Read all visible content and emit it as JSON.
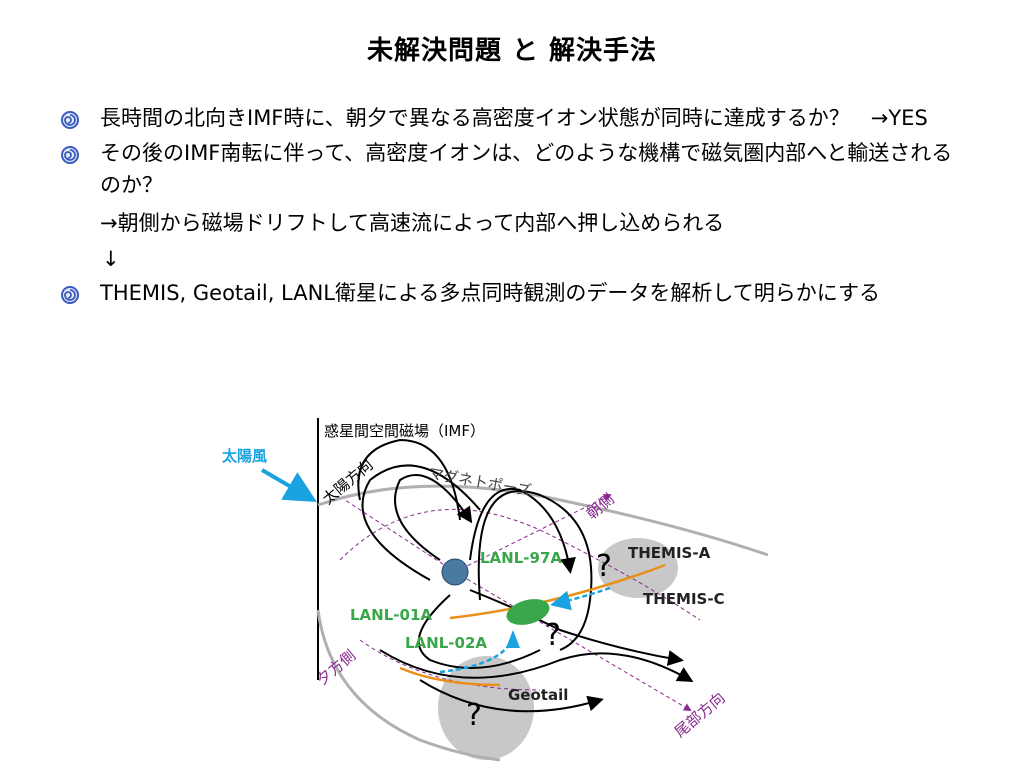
{
  "title": "未解決問題 と 解決手法",
  "bullets": [
    {
      "text": "長時間の北向きIMF時に、朝夕で異なる高密度イオン状態が同時に達成するか？　→YES"
    },
    {
      "text": "その後のIMF南転に伴って、高密度イオンは、どのような機構で磁気圏内部へと輸送されるのか？"
    }
  ],
  "sub_answer": "→朝側から磁場ドリフトして高速流によって内部へ押し込められる",
  "down_arrow": "↓",
  "bullet3": "THEMIS, Geotail, LANL衛星による多点同時観測のデータを解析して明らかにする",
  "diagram": {
    "imf_label": "惑星間空間磁場（IMF）",
    "solar_wind": "太陽風",
    "sun_direction": "太陽方向",
    "magnetopause": "マグネトポーズ",
    "dawn_side": "朝側",
    "dusk_side": "夕方側",
    "tail_direction": "尾部方向",
    "lanl_97a": "LANL-97A",
    "lanl_01a": "LANL-01A",
    "lanl_02a": "LANL-02A",
    "themis_a": "THEMIS-A",
    "themis_c": "THEMIS-C",
    "geotail": "Geotail",
    "question_mark": "?"
  },
  "colors": {
    "bullet_icon": "#3a5bbf",
    "solar_wind": "#1aa3e0",
    "satellite_green": "#3aa64a",
    "dawn_purple": "#8a2a8f",
    "orange_boundary": "#e8901a",
    "flow_cyan": "#1aa3e0",
    "gray_region": "#c8c8c8"
  }
}
